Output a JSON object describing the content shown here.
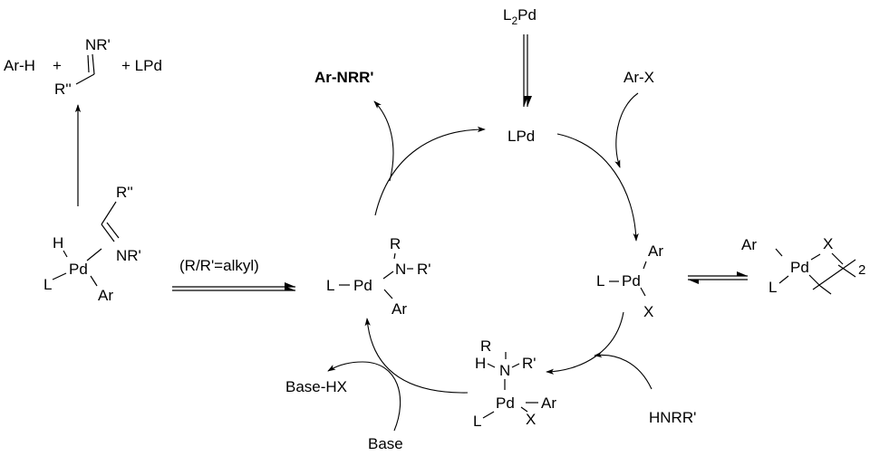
{
  "top_products": {
    "arh": "Ar-H",
    "plus1": "+",
    "imine_n": "NR'",
    "imine_r": "R''",
    "plus_lpd": "+ LPd"
  },
  "beta_hydride_complex": {
    "h": "H",
    "pd": "Pd",
    "l": "L",
    "ar": "Ar",
    "r2": "R''",
    "nr": "NR'"
  },
  "condition": "(R/R'=alkyl)",
  "l2pd": {
    "l": "L",
    "sub": "2",
    "pd": "Pd"
  },
  "lpd": "LPd",
  "product": "Ar-NRR'",
  "arx": "Ar-X",
  "oxidative_complex": {
    "ar": "Ar",
    "l": "L",
    "pd": "Pd",
    "x": "X"
  },
  "dimer": {
    "ar": "Ar",
    "pd": "Pd",
    "l": "L",
    "x": "X",
    "n": "2"
  },
  "amido_complex": {
    "r": "R",
    "n": "N",
    "rp": "R'",
    "l": "L",
    "pd": "Pd",
    "ar": "Ar"
  },
  "amine_complex": {
    "r": "R",
    "h": "H",
    "n": "N",
    "rp": "R'",
    "pd": "Pd",
    "ar": "Ar",
    "l": "L",
    "x": "X"
  },
  "base_hx": "Base-HX",
  "base": "Base",
  "amine": "HNRR'"
}
